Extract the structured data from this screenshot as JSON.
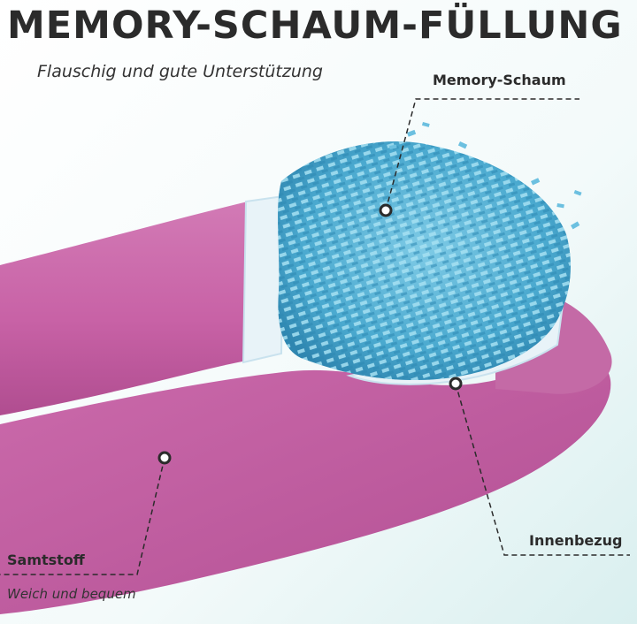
{
  "header": {
    "title": "MEMORY-SCHAUM-FÜLLUNG",
    "subtitle": "Flauschig und gute Unterstützung"
  },
  "callouts": {
    "memory_foam": {
      "label": "Memory-Schaum"
    },
    "inner_cover": {
      "label": "Innenbezug"
    },
    "velvet": {
      "label": "Samtstoff",
      "sublabel": "Weich und bequem"
    }
  },
  "colors": {
    "fabric_pink": "#c964a8",
    "foam_blue": "#5bb7d8",
    "inner_cover_white": "#e6f2f7",
    "text": "#2b2b2b",
    "background": "#eaf6f6"
  }
}
